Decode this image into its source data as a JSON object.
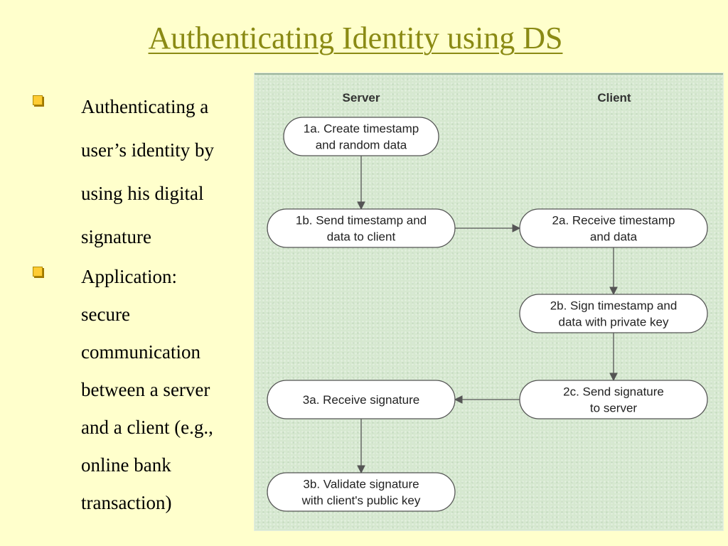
{
  "slide": {
    "title": "Authenticating Identity using DS",
    "bullets": [
      {
        "lines": [
          "Authenticating a",
          "user’s identity by",
          "using his digital",
          "signature"
        ]
      },
      {
        "lines": [
          "Application:",
          "secure",
          "communication",
          "between a server",
          "and a client (e.g.,",
          "online bank",
          "transaction)"
        ]
      }
    ]
  },
  "diagram": {
    "headers": {
      "server": "Server",
      "client": "Client"
    },
    "nodes": {
      "n1a": {
        "lines": [
          "1a. Create timestamp",
          "and random data"
        ]
      },
      "n1b": {
        "lines": [
          "1b. Send timestamp and",
          "data to client"
        ]
      },
      "n2a": {
        "lines": [
          "2a. Receive timestamp",
          "and data"
        ]
      },
      "n2b": {
        "lines": [
          "2b. Sign timestamp and",
          "data with private key"
        ]
      },
      "n2c": {
        "lines": [
          "2c. Send signature",
          "to server"
        ]
      },
      "n3a": {
        "lines": [
          "3a. Receive signature"
        ]
      },
      "n3b": {
        "lines": [
          "3b. Validate signature",
          "with client's public key"
        ]
      }
    },
    "edges": [
      {
        "from": "n1a",
        "to": "n1b"
      },
      {
        "from": "n1b",
        "to": "n2a"
      },
      {
        "from": "n2a",
        "to": "n2b"
      },
      {
        "from": "n2b",
        "to": "n2c"
      },
      {
        "from": "n2c",
        "to": "n3a"
      },
      {
        "from": "n3a",
        "to": "n3b"
      }
    ]
  },
  "colors": {
    "background": "#ffffcc",
    "title": "#8a8a14",
    "bullet_marker": "#ffcc33",
    "figure_bg": "#d6e8d0",
    "node_fill": "#ffffff",
    "node_stroke": "#555555",
    "text": "#222222"
  }
}
